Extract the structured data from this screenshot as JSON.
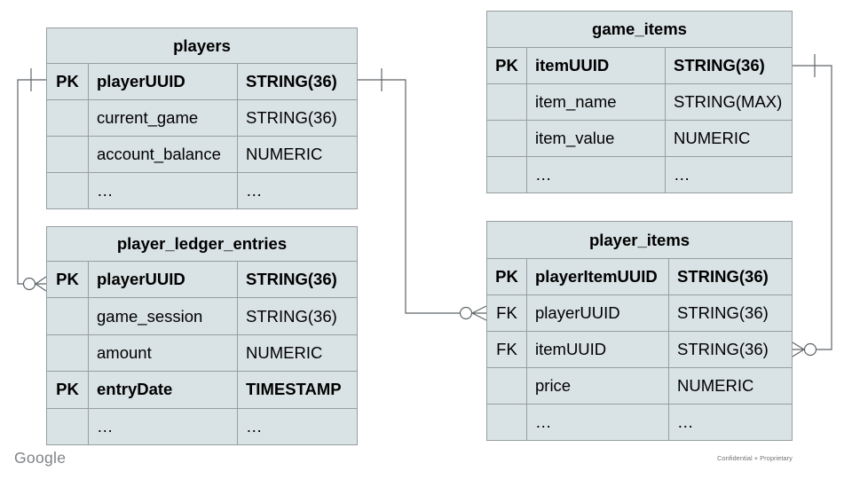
{
  "tables": {
    "players": {
      "title": "players",
      "rows": [
        {
          "key": "PK",
          "name": "playerUUID",
          "type": "STRING(36)"
        },
        {
          "key": "",
          "name": "current_game",
          "type": "STRING(36)"
        },
        {
          "key": "",
          "name": "account_balance",
          "type": "NUMERIC"
        },
        {
          "key": "",
          "name": "…",
          "type": "…"
        }
      ]
    },
    "game_items": {
      "title": "game_items",
      "rows": [
        {
          "key": "PK",
          "name": "itemUUID",
          "type": "STRING(36)"
        },
        {
          "key": "",
          "name": "item_name",
          "type": "STRING(MAX)"
        },
        {
          "key": "",
          "name": "item_value",
          "type": "NUMERIC"
        },
        {
          "key": "",
          "name": "…",
          "type": "…"
        }
      ]
    },
    "player_ledger_entries": {
      "title": "player_ledger_entries",
      "rows": [
        {
          "key": "PK",
          "name": "playerUUID",
          "type": "STRING(36)"
        },
        {
          "key": "",
          "name": "game_session",
          "type": "STRING(36)"
        },
        {
          "key": "",
          "name": "amount",
          "type": "NUMERIC"
        },
        {
          "key": "PK",
          "name": "entryDate",
          "type": "TIMESTAMP"
        },
        {
          "key": "",
          "name": "…",
          "type": "…"
        }
      ]
    },
    "player_items": {
      "title": "player_items",
      "rows": [
        {
          "key": "PK",
          "name": "playerItemUUID",
          "type": "STRING(36)"
        },
        {
          "key": "FK",
          "name": "playerUUID",
          "type": "STRING(36)"
        },
        {
          "key": "FK",
          "name": "itemUUID",
          "type": "STRING(36)"
        },
        {
          "key": "",
          "name": "price",
          "type": "NUMERIC"
        },
        {
          "key": "",
          "name": "…",
          "type": "…"
        }
      ]
    }
  },
  "relationships": [
    {
      "from": "players.playerUUID",
      "to": "player_ledger_entries.playerUUID",
      "cardinality": "one-to-zero-or-many"
    },
    {
      "from": "players.playerUUID",
      "to": "player_items.playerUUID",
      "cardinality": "one-to-zero-or-many"
    },
    {
      "from": "game_items.itemUUID",
      "to": "player_items.itemUUID",
      "cardinality": "one-to-zero-or-many"
    }
  ],
  "footer": {
    "logo": "Google",
    "confidential": "Confidential + Proprietary"
  },
  "colors": {
    "table_fill": "#d9e2e5",
    "border": "#969ea0",
    "line": "#5f6569",
    "text": "#000000",
    "logo_gray": "#7f8387",
    "footnote_gray": "#757575"
  }
}
